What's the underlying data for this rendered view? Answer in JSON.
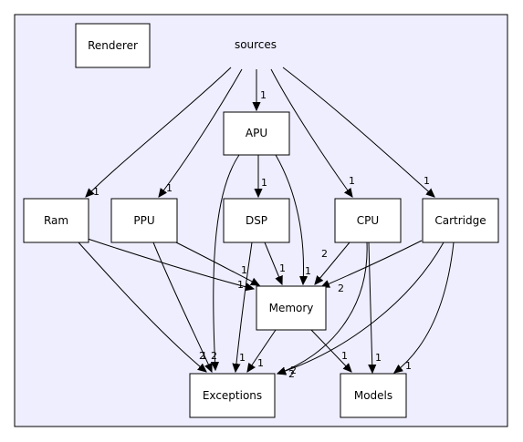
{
  "cluster": {
    "label": "sources"
  },
  "nodes": {
    "renderer": "Renderer",
    "apu": "APU",
    "ram": "Ram",
    "ppu": "PPU",
    "dsp": "DSP",
    "cpu": "CPU",
    "cartridge": "Cartridge",
    "memory": "Memory",
    "exceptions": "Exceptions",
    "models": "Models"
  },
  "edges": [
    {
      "from": "sources",
      "to": "apu",
      "weight": "1"
    },
    {
      "from": "sources",
      "to": "ram",
      "weight": "1"
    },
    {
      "from": "sources",
      "to": "ppu",
      "weight": "1"
    },
    {
      "from": "sources",
      "to": "cpu",
      "weight": "1"
    },
    {
      "from": "sources",
      "to": "cartridge",
      "weight": "1"
    },
    {
      "from": "apu",
      "to": "dsp",
      "weight": "1"
    },
    {
      "from": "apu",
      "to": "memory",
      "weight": "1"
    },
    {
      "from": "apu",
      "to": "exceptions",
      "weight": "2"
    },
    {
      "from": "ram",
      "to": "memory",
      "weight": "1"
    },
    {
      "from": "ram",
      "to": "exceptions",
      "weight": "1"
    },
    {
      "from": "ppu",
      "to": "memory",
      "weight": "1"
    },
    {
      "from": "ppu",
      "to": "exceptions",
      "weight": "2"
    },
    {
      "from": "dsp",
      "to": "memory",
      "weight": "1"
    },
    {
      "from": "dsp",
      "to": "exceptions",
      "weight": "1"
    },
    {
      "from": "cpu",
      "to": "memory",
      "weight": "2"
    },
    {
      "from": "cpu",
      "to": "exceptions",
      "weight": "2"
    },
    {
      "from": "cpu",
      "to": "models",
      "weight": "1"
    },
    {
      "from": "cartridge",
      "to": "memory",
      "weight": "2"
    },
    {
      "from": "cartridge",
      "to": "exceptions",
      "weight": "2"
    },
    {
      "from": "cartridge",
      "to": "models",
      "weight": "1"
    },
    {
      "from": "memory",
      "to": "exceptions",
      "weight": "1"
    },
    {
      "from": "memory",
      "to": "models",
      "weight": "1"
    }
  ]
}
